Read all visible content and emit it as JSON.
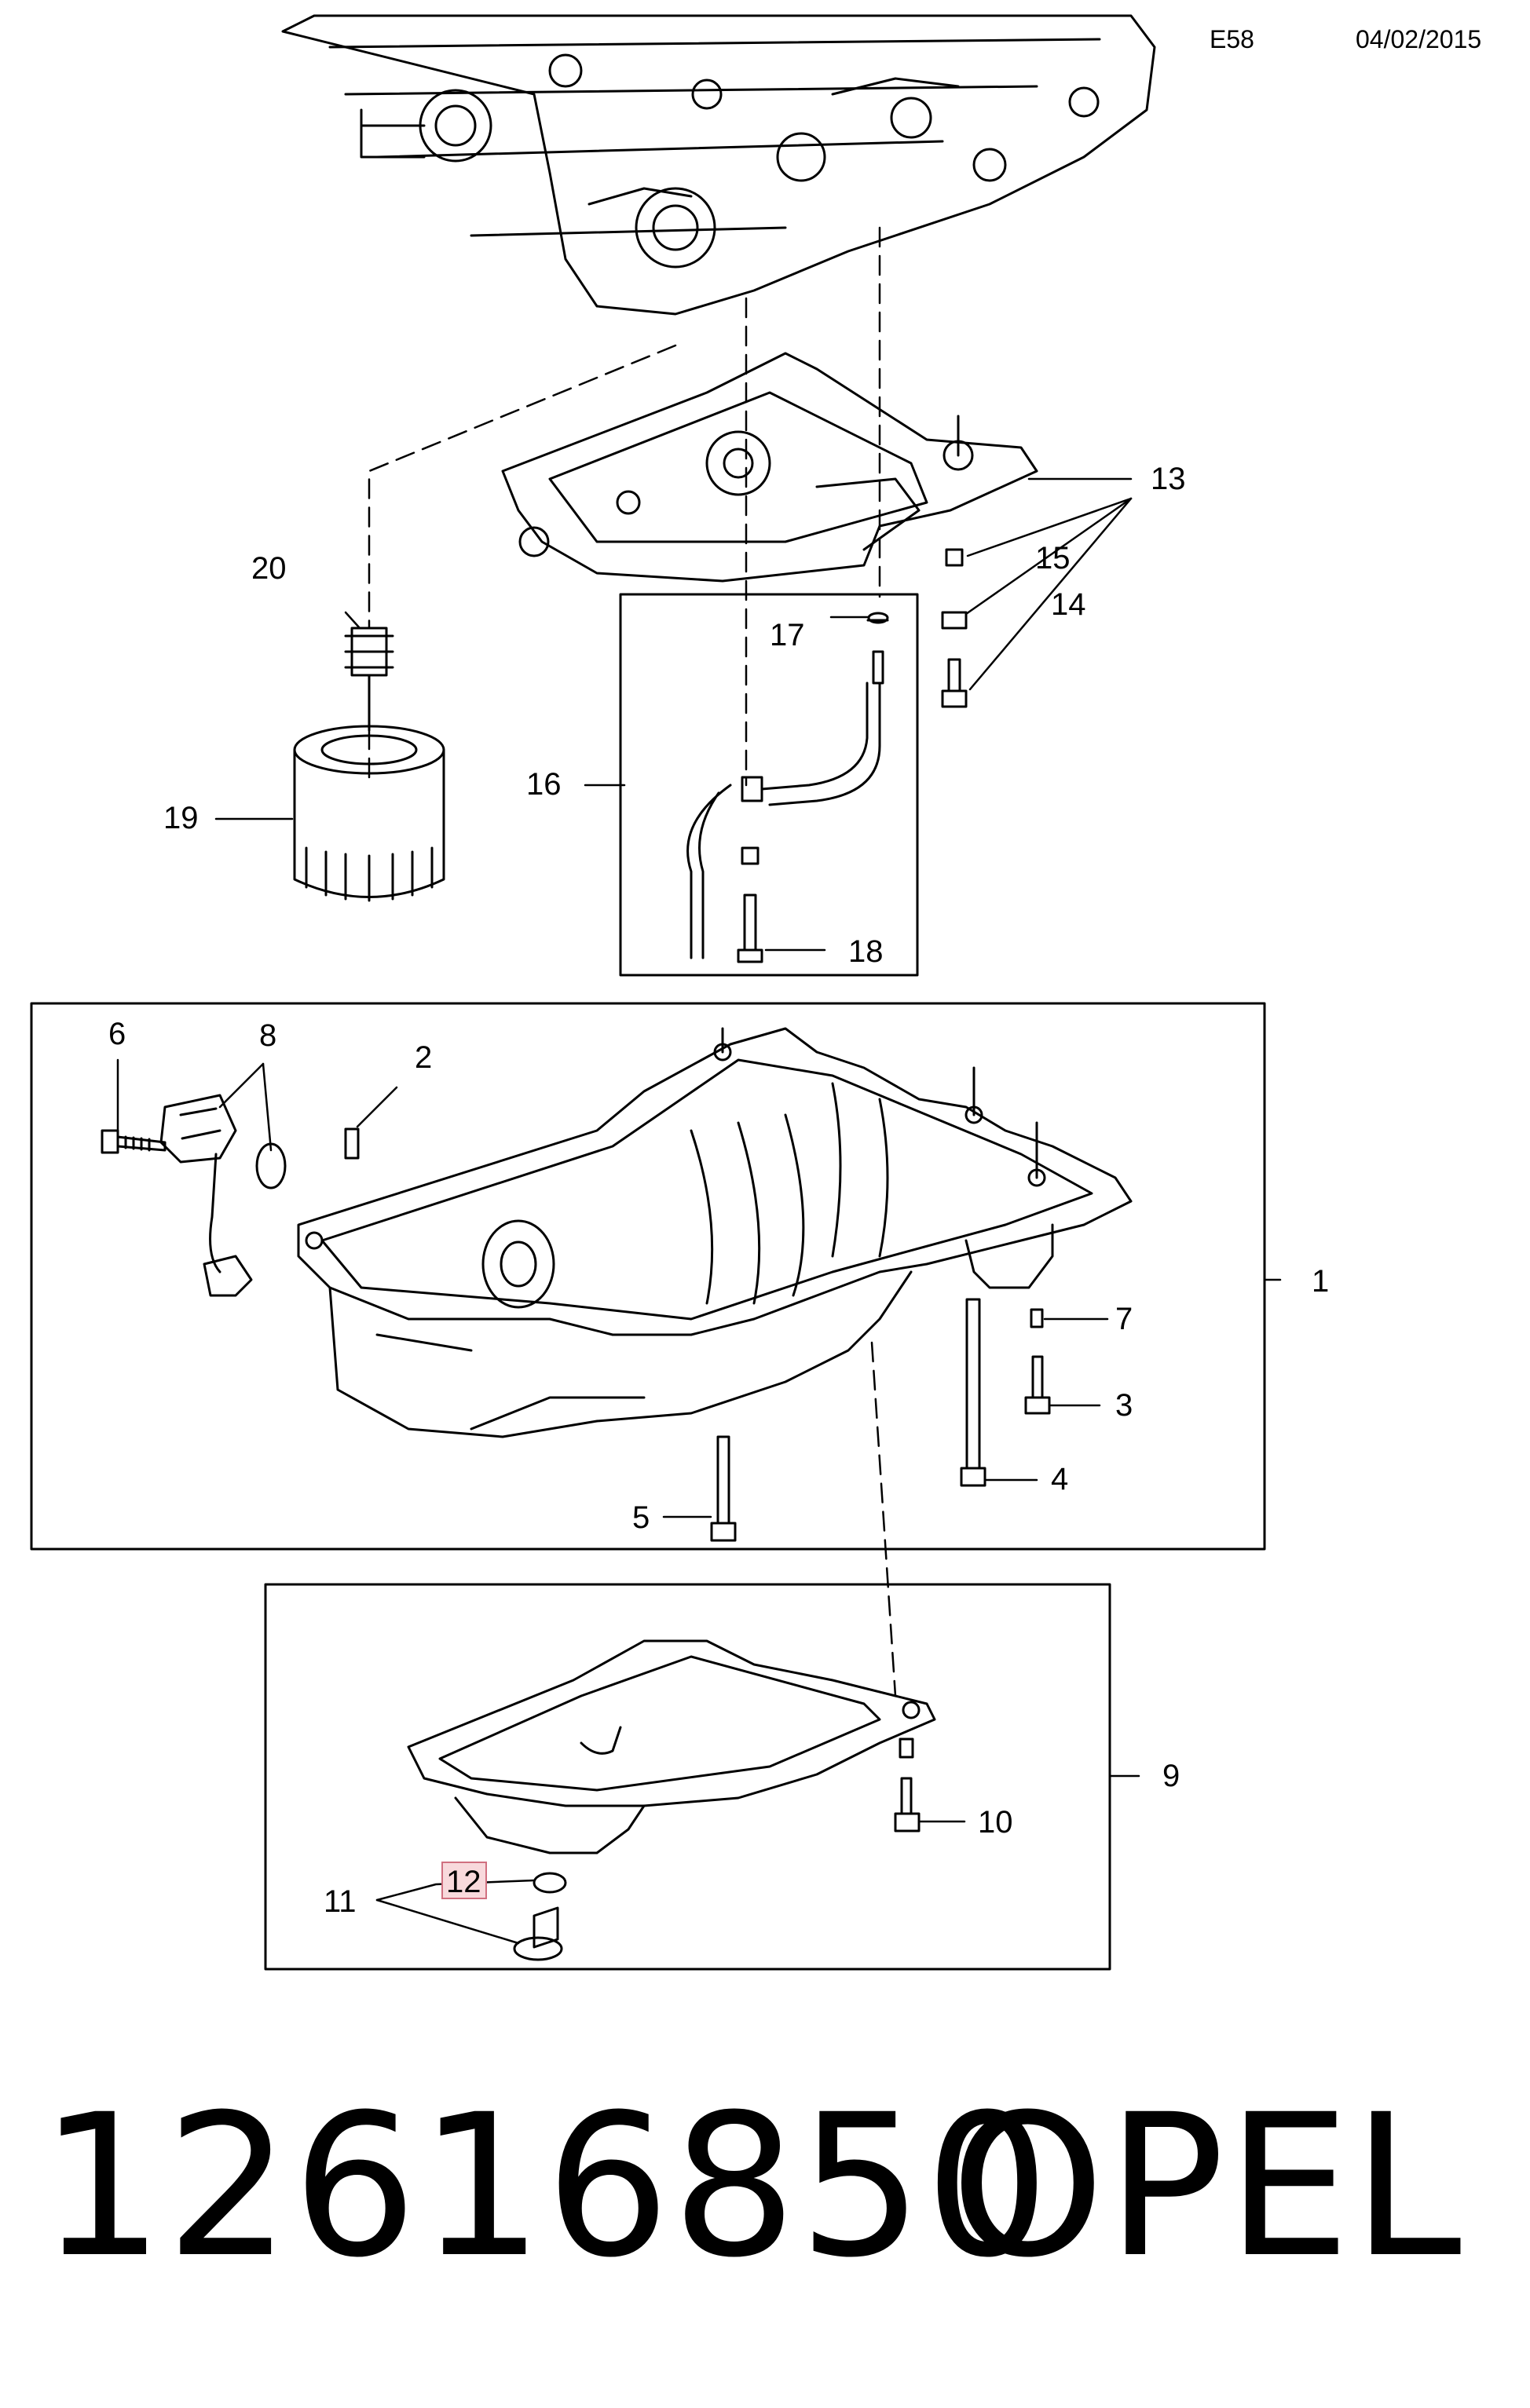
{
  "header": {
    "code": "E58",
    "date": "04/02/2015"
  },
  "callouts": {
    "c1": "1",
    "c2": "2",
    "c3": "3",
    "c4": "4",
    "c5": "5",
    "c6": "6",
    "c7": "7",
    "c8": "8",
    "c9": "9",
    "c10": "10",
    "c11": "11",
    "c12": "12",
    "c13": "13",
    "c14": "14",
    "c15": "15",
    "c16": "16",
    "c17": "17",
    "c18": "18",
    "c19": "19",
    "c20": "20"
  },
  "highlighted_callout": "12",
  "footer": {
    "part_number": "12616850",
    "brand": "OPEL"
  }
}
